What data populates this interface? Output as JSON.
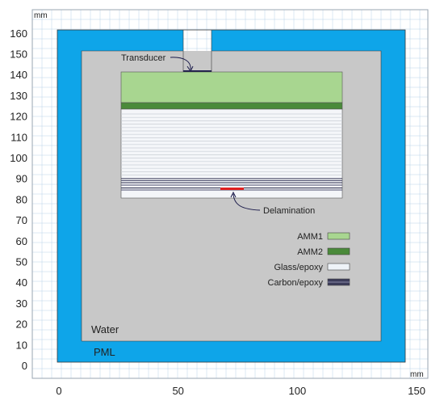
{
  "axes": {
    "x_unit": "mm",
    "y_unit": "mm",
    "x_ticks": [
      "0",
      "50",
      "100",
      "150"
    ],
    "y_ticks": [
      "0",
      "10",
      "20",
      "30",
      "40",
      "50",
      "60",
      "70",
      "80",
      "90",
      "100",
      "110",
      "120",
      "130",
      "140",
      "150",
      "160"
    ]
  },
  "labels": {
    "transducer": "Transducer",
    "delamination": "Delamination",
    "water": "Water",
    "pml": "PML"
  },
  "legend": [
    {
      "label": "AMM1",
      "color": "#a8d690"
    },
    {
      "label": "AMM2",
      "color": "#4a8a3a"
    },
    {
      "label": "Glass/epoxy",
      "color": "#eef3f8"
    },
    {
      "label": "Carbon/epoxy",
      "color": "#3c3c5a"
    }
  ],
  "colors": {
    "pml": "#0ea5e9",
    "water": "#c8c8c8",
    "grid": "#b8d2e8",
    "delamination": "#e02020",
    "transducer": "#1a1a4a"
  }
}
